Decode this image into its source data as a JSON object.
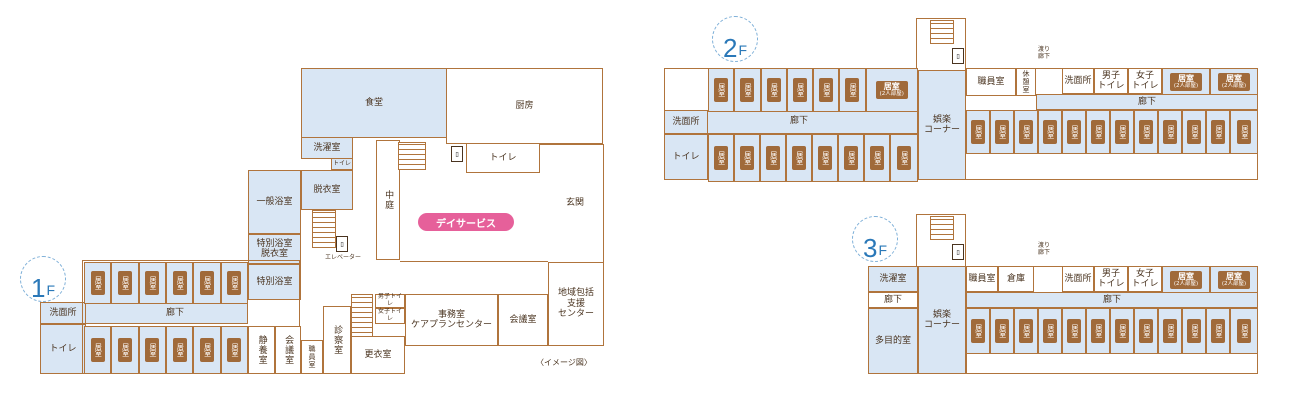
{
  "floors": {
    "f1": {
      "num": "1",
      "suffix": "F"
    },
    "f2": {
      "num": "2",
      "suffix": "F"
    },
    "f3": {
      "num": "3",
      "suffix": "F"
    }
  },
  "f1": {
    "dining": "食堂",
    "kitchen": "厨房",
    "laundry": "洗濯室",
    "toilet_small": "トイレ",
    "changing": "脱衣室",
    "general_bath": "一般浴室",
    "special_bath_changing": "特別浴室\n脱衣室",
    "special_bath": "特別浴室",
    "courtyard": "中庭",
    "toilet": "トイレ",
    "entrance": "玄関",
    "day_service": "デイサービス",
    "elevator": "エレベーター",
    "corridor": "廊下",
    "washroom": "洗面所",
    "toilet_left": "トイレ",
    "quiet_room": "静養室",
    "meeting_small": "会議室",
    "staff_room": "職員室",
    "exam_room": "診察室",
    "male_toilet": "男子トイレ",
    "female_toilet": "女子トイレ",
    "office": "事務室\nケアプランセンター",
    "meeting_room": "会議室",
    "support_center": "地域包括\n支援\nセンター",
    "locker_room": "更衣室",
    "image_note": "〈イメージ図〉"
  },
  "f2": {
    "washroom": "洗面所",
    "toilet": "トイレ",
    "corridor": "廊下",
    "corridor_right": "廊下",
    "recreation": "娯楽\nコーナー",
    "staff_room": "職員室",
    "break_room": "休憩室",
    "washroom_right": "洗面所",
    "male_toilet": "男子\nトイレ",
    "female_toilet": "女子\nトイレ",
    "bridge": "渡り\n廊下",
    "elevator": "エレベーター"
  },
  "f3": {
    "laundry": "洗濯室",
    "corridor_left": "廊下",
    "multipurpose": "多目的室",
    "staff_room": "職員室",
    "storage": "倉庫",
    "washroom": "洗面所",
    "male_toilet": "男子\nトイレ",
    "female_toilet": "女子\nトイレ",
    "corridor": "廊下",
    "recreation": "娯楽\nコーナー",
    "bridge": "渡り\n廊下",
    "elevator": "エレベーター"
  },
  "room_label": "居室",
  "double_room_label": "居室",
  "double_room_sub": "(2人部屋)",
  "colors": {
    "wall": "#b0743c",
    "room_fill": "#d9e6f4",
    "bed_icon": "#a06a3a",
    "day_service": "#e6609a",
    "badge": "#2a78b8"
  }
}
